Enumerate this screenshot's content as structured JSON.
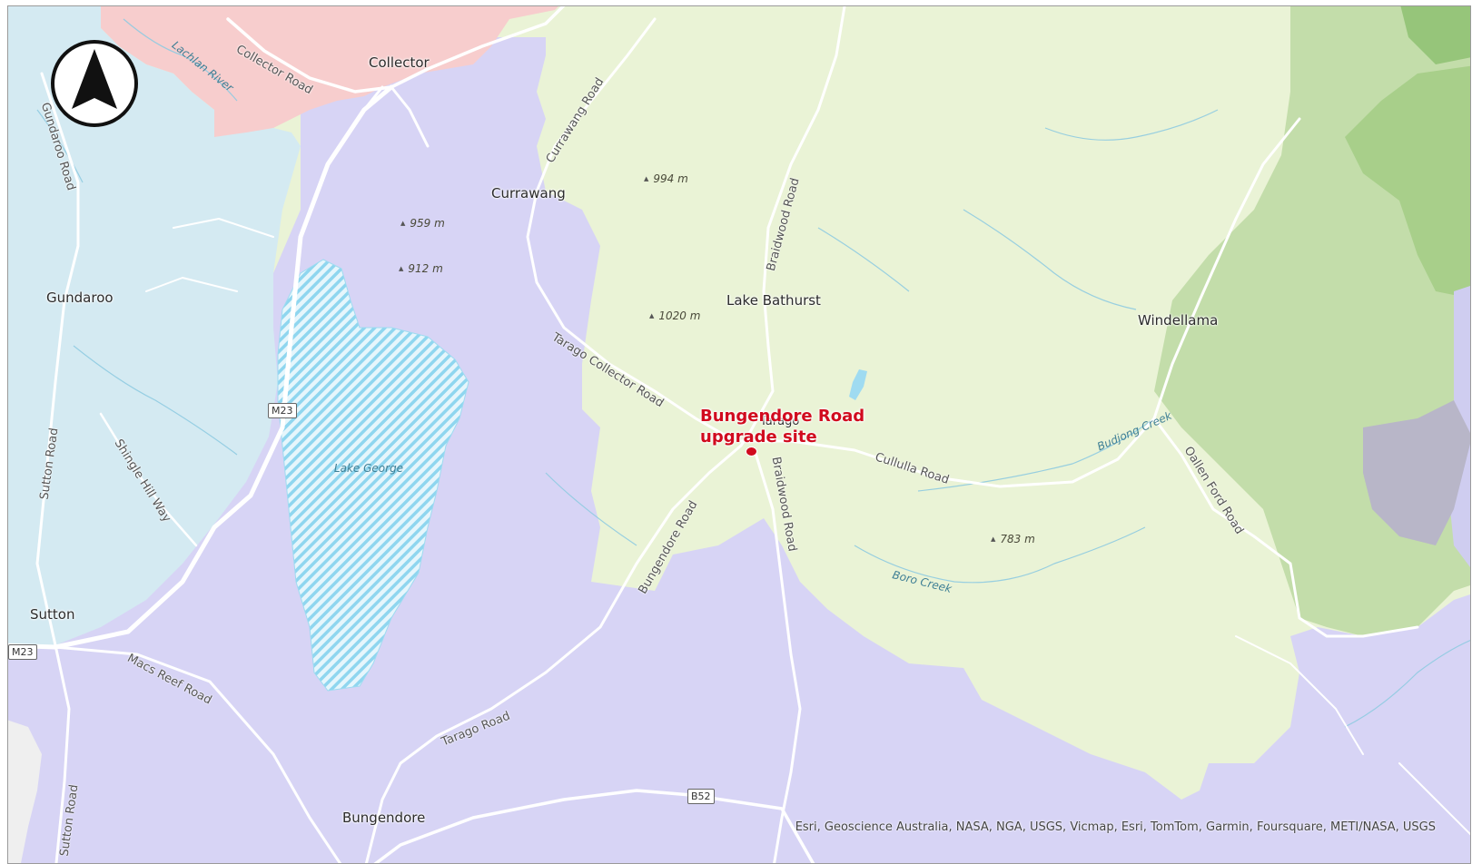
{
  "site": {
    "label_line1": "Bungendore Road",
    "label_line2": "upgrade site"
  },
  "places": {
    "collector": "Collector",
    "currawang": "Currawang",
    "gundaroo": "Gundaroo",
    "lake_bathurst": "Lake Bathurst",
    "windellama": "Windellama",
    "sutton": "Sutton",
    "bungendore": "Bungendore",
    "tarago": "Tarago"
  },
  "roads": {
    "collector_road": "Collector Road",
    "gundaroo_road": "Gundaroo Road",
    "currawang_road": "Currawang Road",
    "braidwood_road_north": "Braidwood Road",
    "braidwood_road_south": "Braidwood Road",
    "tarago_collector_road": "Tarago Collector Road",
    "bungendore_road": "Bungendore Road",
    "cullulla_road": "Cullulla Road",
    "oallen_ford_road": "Oallen Ford Road",
    "sutton_road_north": "Sutton Road",
    "sutton_road_south": "Sutton Road",
    "shingle_hill_way": "Shingle Hill Way",
    "macs_reef_road": "Macs Reef Road",
    "tarago_road": "Tarago Road"
  },
  "shields": {
    "m23_a": "M23",
    "m23_b": "M23",
    "b52": "B52"
  },
  "waterways": {
    "lachlan_river": "Lachlan River",
    "lake_george": "Lake George",
    "budjong_creek": "Budjong Creek",
    "boro_creek": "Boro Creek"
  },
  "peaks": {
    "p994": "994 m",
    "p959": "959 m",
    "p912": "912 m",
    "p1020": "1020 m",
    "p783": "783 m"
  },
  "attribution": "Esri, Geoscience Australia, NASA, NGA, USGS, Vicmap, Esri, TomTom, Garmin, Foursquare, METI/NASA, USGS",
  "colors": {
    "lga_goulburn": "#f6cccc",
    "lga_yass": "#d4e9f1",
    "lga_queanbeyan_palerang": "#d6d2f3",
    "lga_goulburn_mulwaree": "#eaf3d4",
    "forest": "#b9d89f",
    "site_marker": "#d10a1e",
    "roads": "#ffffff",
    "water": "#7fd0ec"
  }
}
